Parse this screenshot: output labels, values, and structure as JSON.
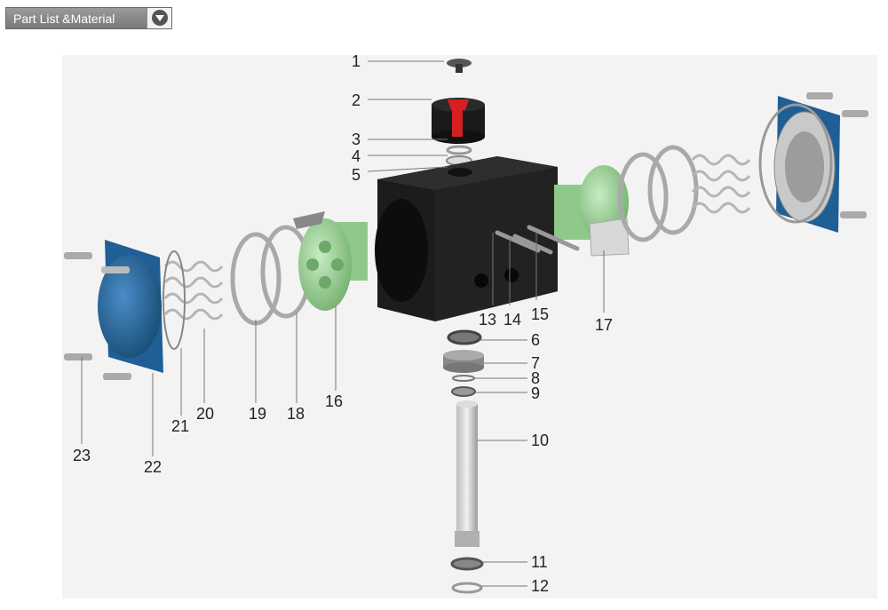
{
  "header": {
    "title": "Part List &Material",
    "toggle_icon": "chevron-down-circle-icon"
  },
  "diagram": {
    "part_numbers": [
      "1",
      "2",
      "3",
      "4",
      "5",
      "6",
      "7",
      "8",
      "9",
      "10",
      "11",
      "12",
      "13",
      "14",
      "15",
      "16",
      "17",
      "18",
      "19",
      "20",
      "21",
      "22",
      "23"
    ],
    "colors": {
      "body": "#1c1c1c",
      "end_cap": "#1f5f96",
      "piston": "#9fd49a",
      "spring": "#c8c8c8",
      "indicator_red": "#d62020",
      "background": "#f3f3f3"
    }
  }
}
